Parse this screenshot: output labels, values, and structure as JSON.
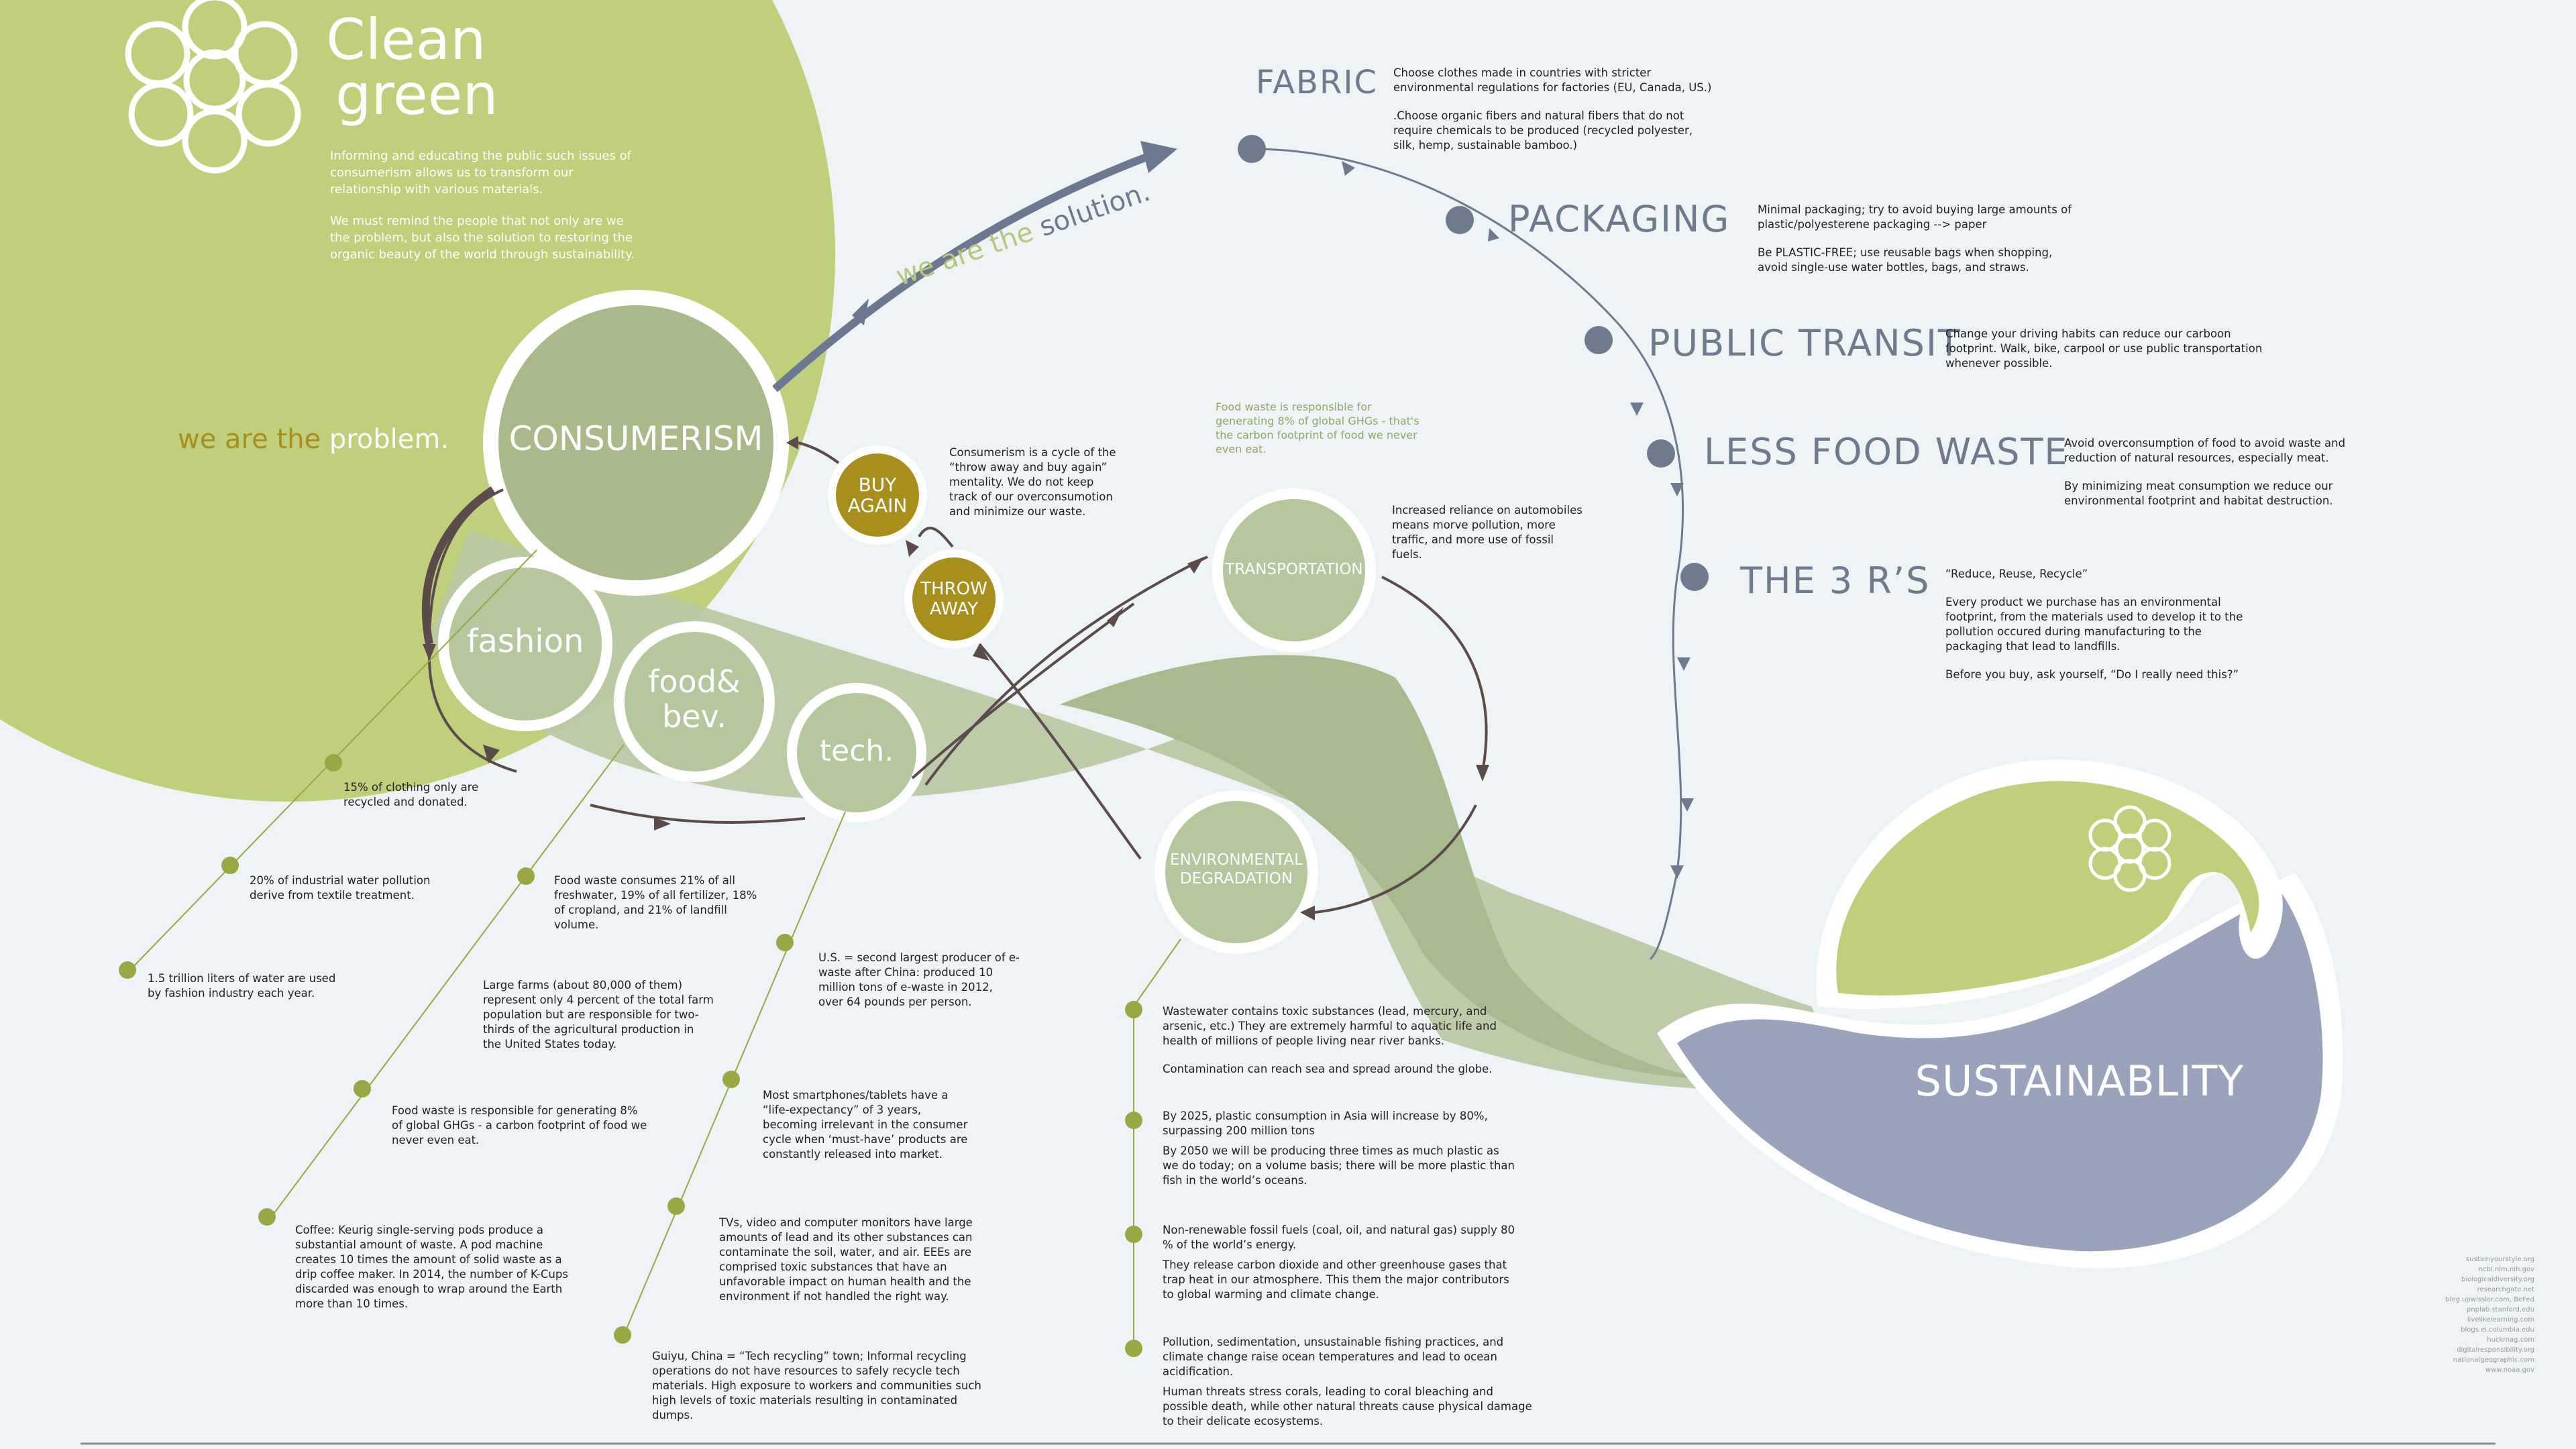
{
  "brand": {
    "title_line1": "Clean",
    "title_line2": "green",
    "intro_p1": "Informing and educating the public such issues of consumerism allows us to transform our relationship with various materials.",
    "intro_p2": "We must remind the people that not only are we the problem, but also the solution to restoring the organic beauty of the world through sustainability."
  },
  "slogans": {
    "problem_a": "we are the ",
    "problem_b": "problem.",
    "solution_a": "we are the ",
    "solution_b": "solution."
  },
  "hubs": {
    "consumerism": "CONSUMERISM",
    "fashion": "fashion",
    "food_line1": "food&",
    "food_line2": "bev.",
    "tech": "tech.",
    "buy_again_1": "BUY",
    "buy_again_2": "AGAIN",
    "throw_away_1": "THROW",
    "throw_away_2": "AWAY",
    "transportation": "TRANSPORTATION",
    "env_deg_1": "ENVIRONMENTAL",
    "env_deg_2": "DEGRADATION",
    "sustainability": "SUSTAINABLITY"
  },
  "cycle_note": "Consumerism is a cycle of the “throw away and buy again” mentality. We do not keep track of our overconsumotion and minimize our waste.",
  "transport_note": "Increased reliance on automobiles means morve pollution, more traffic, and more use of fossil fuels.",
  "food_ghg_note": "Food waste is responsible for generating 8% of global GHGs - that's the carbon footprint of food we never even eat.",
  "fashion_facts": [
    "15% of clothing only are recycled and donated.",
    "20% of industrial water pollution derive from textile treatment.",
    "1.5 trillion liters of water are used by fashion industry each year."
  ],
  "food_facts": [
    "Food waste consumes 21% of all freshwater, 19% of all fertilizer, 18% of cropland, and 21% of landfill volume.",
    "Large farms (about 80,000 of them) represent only 4 percent of the total farm population but are responsible for two-thirds of the agricultural production in the United States today.",
    "Food waste is responsible for generating 8% of global GHGs - a carbon footprint of food we never even eat.",
    "Coffee: Keurig single-serving pods produce a substantial amount of waste. A pod machine creates 10 times the amount of solid waste as a drip coffee maker. In 2014, the number of K-Cups discarded was enough to wrap around the Earth more than 10 times."
  ],
  "tech_facts": [
    "U.S. = second largest producer of e-waste after China: produced 10 million tons of e-waste in 2012, over 64 pounds per person.",
    "Most smartphones/tablets have a “life-expectancy” of 3 years, becoming irrelevant in the consumer cycle when ‘must-have’ products are constantly released into market.",
    "TVs, video and computer monitors have large amounts of lead and its other substances can contaminate the soil, water, and air. EEEs are comprised toxic substances that have an unfavorable impact on human health and the environment if not handled the right way.",
    "Guiyu, China = “Tech recycling” town; Informal recycling operations do not have resources to safely recycle tech materials. High exposure to workers and communities such high levels of toxic materials resulting in contaminated dumps."
  ],
  "env_facts": [
    {
      "p1": "Wastewater contains toxic substances (lead, mercury, and arsenic, etc.) They are extremely harmful to aquatic life and health of  millions of people living near river banks.",
      "p2": "Contamination can reach sea and spread around the globe."
    },
    {
      "p1": "By 2025, plastic consumption in Asia will increase by 80%, surpassing 200 million tons",
      "p2": "By 2050 we will be producing three times as much plastic as we do today; on a volume basis;  there will be more plastic than fish in the world’s oceans."
    },
    {
      "p1": "Non-renewable fossil fuels (coal, oil, and natural gas) supply 80 % of the world’s energy.",
      "p2": "They release carbon dioxide and other greenhouse gases that trap heat in our atmosphere. This  them the major contributors to global warming and climate change."
    },
    {
      "p1": "Pollution, sedimentation, unsustainable fishing practices, and climate change raise ocean temperatures and lead to ocean acidification.",
      "p2": "Human threats stress corals, leading to coral bleaching and possible death, while other natural threats cause physical damage to their delicate ecosystems."
    }
  ],
  "solutions": [
    {
      "title": "FABRIC",
      "p1": "Choose clothes made in countries with stricter environmental regulations for factories (EU, Canada, US.)",
      "p2": ".Choose organic fibers and natural fibers that do not require chemicals to be produced (recycled polyester, silk, hemp, sustainable bamboo.)",
      "p3": ""
    },
    {
      "title": "PACKAGING",
      "p1": "Minimal packaging; try to avoid buying large amounts of plastic/polyesterene packaging --> paper",
      "p2": "Be PLASTIC-FREE; use reusable bags when shopping, avoid single-use water bottles, bags, and straws.",
      "p3": ""
    },
    {
      "title": "PUBLIC TRANSIT",
      "p1": "Change your driving habits can reduce our carboon footprint. Walk, bike, carpool or use public transportation whenever possible.",
      "p2": "",
      "p3": ""
    },
    {
      "title": "LESS FOOD WASTE",
      "p1": "Avoid overconsumption of food to avoid waste and reduction of natural resources, especially meat.",
      "p2": "By minimizing meat consumption we reduce our environmental footprint and habitat destruction.",
      "p3": ""
    },
    {
      "title": "THE 3 R’S",
      "p1": "“Reduce, Reuse, Recycle”",
      "p2": "Every product we purchase has an environmental footprint, from the materials used to develop it to the pollution occured during manufacturing to the packaging that lead to landfills.",
      "p3": "Before you buy, ask yourself, “Do I really need this?”"
    }
  ],
  "sources": [
    "sustainyourstyle.org",
    "ncbi.nlm.nih.gov",
    "biologicaldiversity.org",
    "researchgate.net",
    "blog.upwissler.com, BeFed",
    "pnplab.stanford.edu",
    "livelikelearning.com",
    "blogs.ei.columbia.edu",
    "huckmag.com",
    "digitalresponsibility.org",
    "nationalgeographic.com",
    "www.noaa.gov"
  ],
  "colors": {
    "green_light": "#bfcf7c",
    "green_mid": "#a7b98c",
    "sage": "#b9c8a4",
    "olive_gold": "#a88e1c",
    "slate": "#9aa2bc",
    "dot_slate": "#6f7a8f",
    "arrow_brown": "#5b4b4b",
    "dot_olive": "#99a744"
  }
}
